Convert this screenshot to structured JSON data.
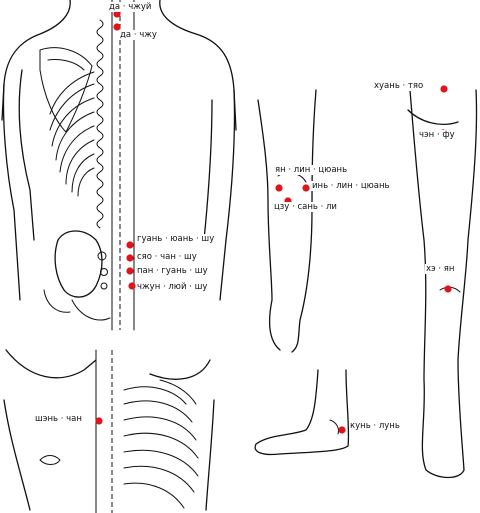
{
  "colors": {
    "point": "#e0141b",
    "ink": "#111111",
    "background": "#ffffff"
  },
  "points": [
    {
      "id": "da-zhuy",
      "label": "да · чжуй"
    },
    {
      "id": "da-zhu",
      "label": "да · чжу"
    },
    {
      "id": "guan-yuan-shu",
      "label": "гуань · юань · шу"
    },
    {
      "id": "syao-chan-shu",
      "label": "сяо · чан · шу"
    },
    {
      "id": "pan-guan-shu",
      "label": "пан · гуань · шу"
    },
    {
      "id": "zhun-lyuy-shu",
      "label": "чжун · люй · шу"
    },
    {
      "id": "yan-lin-quan",
      "label": "ян · лин · цюань"
    },
    {
      "id": "yin-lin-quan",
      "label": "инь · лин · цюань"
    },
    {
      "id": "zu-san-li",
      "label": "цзу · сань · ли"
    },
    {
      "id": "huan-tiao",
      "label": "хуань · тяо"
    },
    {
      "id": "chen-fu",
      "label": "чэн · фу"
    },
    {
      "id": "he-yang",
      "label": "хэ · ян"
    },
    {
      "id": "shan-zhong",
      "label": "шэнь · чан"
    },
    {
      "id": "kun-lun",
      "label": "кунь · лунь"
    }
  ]
}
